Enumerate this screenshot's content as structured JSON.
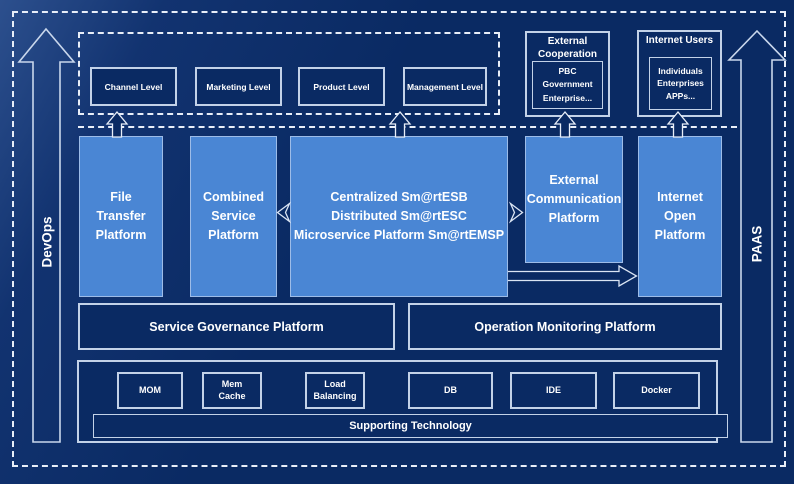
{
  "colors": {
    "background": "#0a2a63",
    "panel_blue": "#4a86d4",
    "border_light": "#c3d2e8",
    "dashed_white": "#e8eef8",
    "text": "#ffffff"
  },
  "rails": {
    "left": "DevOps",
    "right": "PAAS"
  },
  "levels": {
    "items": [
      {
        "label": "Channel Level"
      },
      {
        "label": "Marketing Level"
      },
      {
        "label": "Product Level"
      },
      {
        "label": "Management Level"
      }
    ]
  },
  "external_cooperation": {
    "title": "External Cooperation",
    "members": "PBC Government\nEnterprise..."
  },
  "internet_users": {
    "title": "Internet Users",
    "members": "Individuals\nEnterprises\nAPPs..."
  },
  "platforms": {
    "file_transfer": "File\nTransfer\nPlatform",
    "combined_service": "Combined\nService\nPlatform",
    "esb": "Centralized Sm@rtESB\nDistributed Sm@rtESC\nMicroservice Platform Sm@rtEMSP",
    "external_communication": "External\nCommunication\nPlatform",
    "internet_open": "Internet\nOpen\nPlatform"
  },
  "monitoring": {
    "service_governance": "Service Governance Platform",
    "operation_monitoring": "Operation Monitoring Platform"
  },
  "supporting": {
    "technologies": [
      {
        "label": "MOM"
      },
      {
        "label": "Mem\nCache"
      },
      {
        "label": "Load\nBalancing"
      },
      {
        "label": "DB"
      },
      {
        "label": "IDE"
      },
      {
        "label": "Docker"
      }
    ],
    "bar_label": "Supporting Technology"
  }
}
